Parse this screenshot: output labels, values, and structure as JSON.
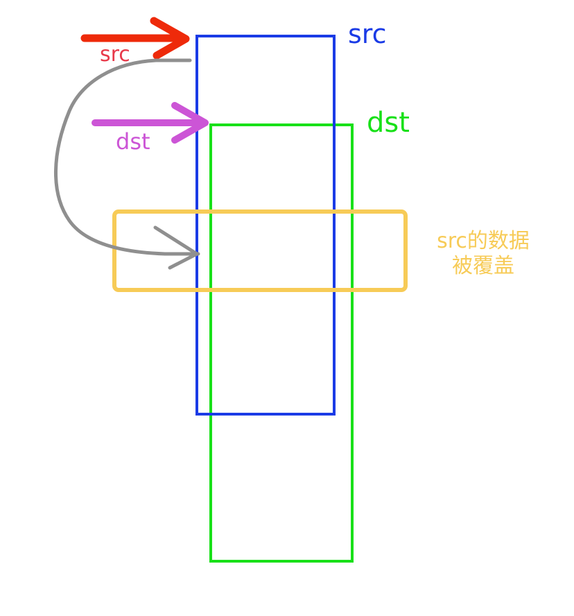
{
  "colors": {
    "src": "#1a3be6",
    "dst": "#18e018",
    "src_pointer": "#ee2a0a",
    "dst_pointer": "#cc55d6",
    "overlap": "#f7cb57",
    "copy_path": "#8f8f8f",
    "src_pointer_label": "#e8394a"
  },
  "labels": {
    "src_box": "src",
    "dst_box": "dst",
    "src_pointer": "src",
    "dst_pointer": "dst",
    "overlap_line1": "src的数据",
    "overlap_line2": "被覆盖"
  },
  "icons": {
    "src_pointer": "right-arrow-icon",
    "dst_pointer": "right-arrow-icon",
    "copy_path": "curved-arrow-icon"
  }
}
